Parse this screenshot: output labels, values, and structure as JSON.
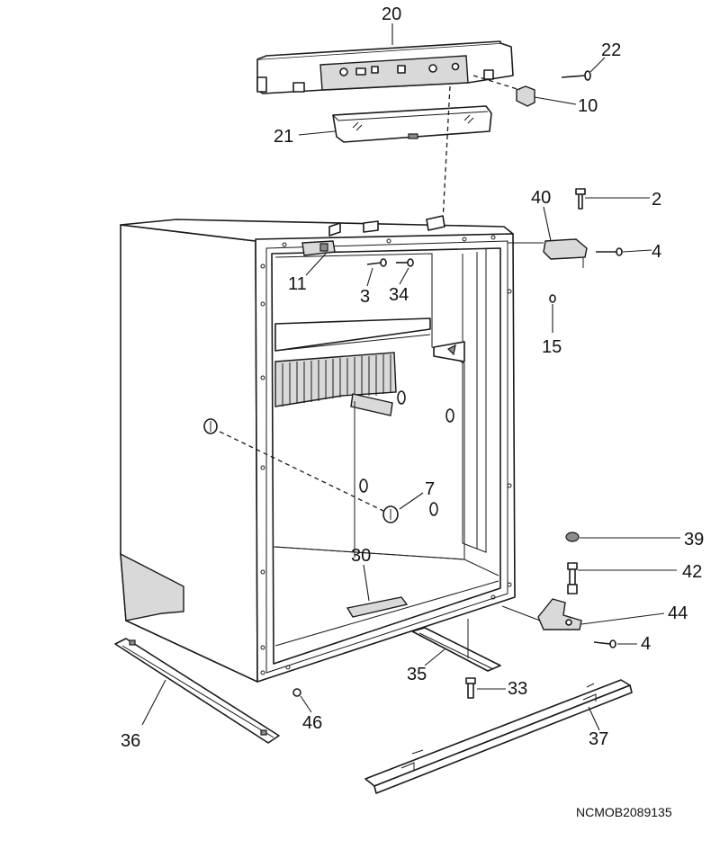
{
  "callouts": {
    "c20": "20",
    "c22": "22",
    "c10": "10",
    "c21": "21",
    "c40": "40",
    "c2": "2",
    "c4a": "4",
    "c11": "11",
    "c3": "3",
    "c34": "34",
    "c15": "15",
    "c7": "7",
    "c30": "30",
    "c39": "39",
    "c42": "42",
    "c44": "44",
    "c4b": "4",
    "c33": "33",
    "c35": "35",
    "c36": "36",
    "c46": "46",
    "c37": "37"
  },
  "drawing_code": "NCMOB2089135"
}
